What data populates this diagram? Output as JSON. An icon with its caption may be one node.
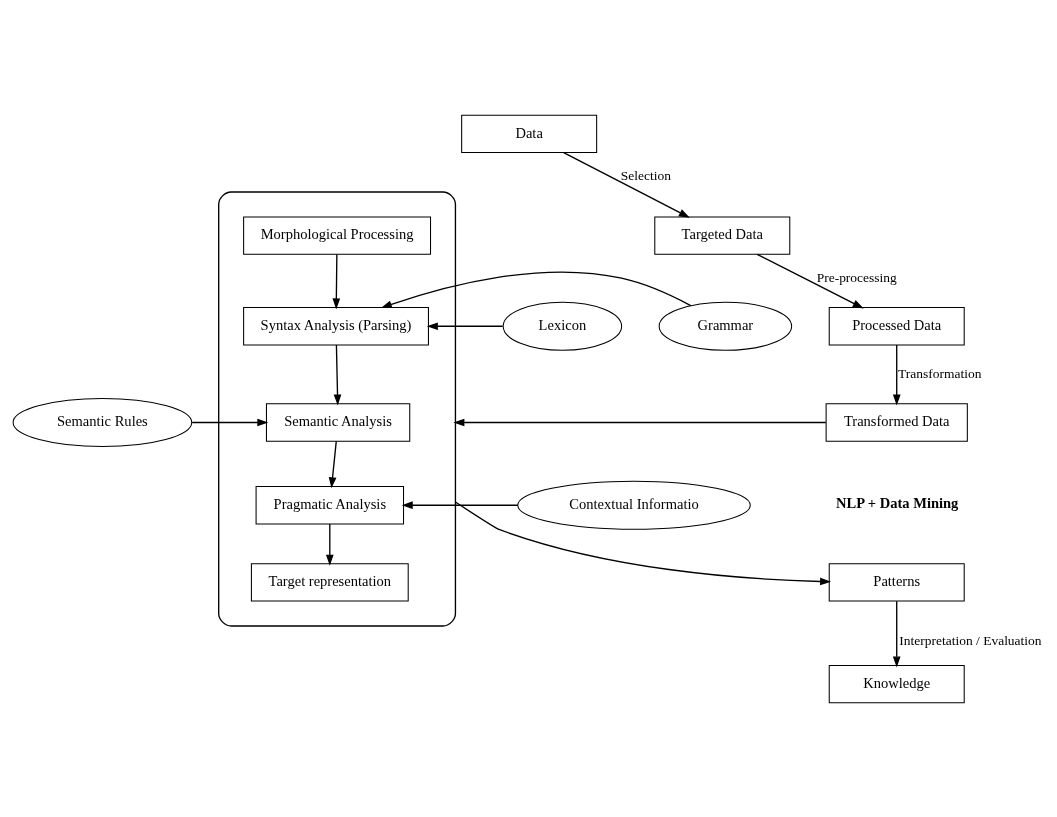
{
  "diagram": {
    "nodes": [
      {
        "text": [
          "Data"
        ]
      },
      {
        "text": [
          "Targeted Data"
        ]
      },
      {
        "text": [
          "Processed Data"
        ]
      },
      {
        "text": [
          "Transformed Data"
        ]
      },
      {
        "text": [
          "Patterns"
        ]
      },
      {
        "text": [
          "Knowledge"
        ]
      },
      {
        "text": [],
        "shape": "box"
      },
      {
        "text": [
          "Morphological Processing"
        ],
        "in": 6
      },
      {
        "text": [
          "Syntax Analysis (Parsing)"
        ],
        "in": 6
      },
      {
        "text": [
          "Semantic Analysis"
        ],
        "in": 6
      },
      {
        "text": [
          "Pragmatic Analysis"
        ],
        "in": 6
      },
      {
        "text": [
          "Target representation"
        ],
        "in": 6
      },
      {
        "text": [
          "Lexicon"
        ]
      },
      {
        "text": [
          "Grammar"
        ]
      },
      {
        "text": [
          "Semantic Rules"
        ]
      },
      {
        "text": [
          "Contextual Informatio"
        ]
      }
    ],
    "edges": [
      {
        "from": 0,
        "to": 1,
        "arrow": "to",
        "label": "Selection"
      },
      {
        "from": 1,
        "to": 2,
        "arrow": "to",
        "label": "Pre-processing"
      },
      {
        "from": 2,
        "to": 3,
        "arrow": "to",
        "label": "Transformation"
      },
      {
        "from": 3,
        "to": 6,
        "arrow": "to"
      },
      {
        "from": 6,
        "to": 4,
        "arrow": "to"
      },
      {
        "from": 4,
        "to": 5,
        "arrow": "to",
        "label": "Interpretation / Evaluation"
      },
      {
        "from": 7,
        "to": 8,
        "arrow": "to"
      },
      {
        "from": 8,
        "to": 9,
        "arrow": "to"
      },
      {
        "from": 9,
        "to": 10,
        "arrow": "to"
      },
      {
        "from": 10,
        "to": 11,
        "arrow": "to"
      },
      {
        "from": 12,
        "to": 8,
        "arrow": "to"
      },
      {
        "from": 13,
        "to": 8,
        "arrow": "to"
      },
      {
        "from": 14,
        "to": 9,
        "arrow": "to"
      },
      {
        "from": 15,
        "to": 10,
        "arrow": "to"
      }
    ],
    "labels": [
      "NLP + Data Mining"
    ]
  }
}
